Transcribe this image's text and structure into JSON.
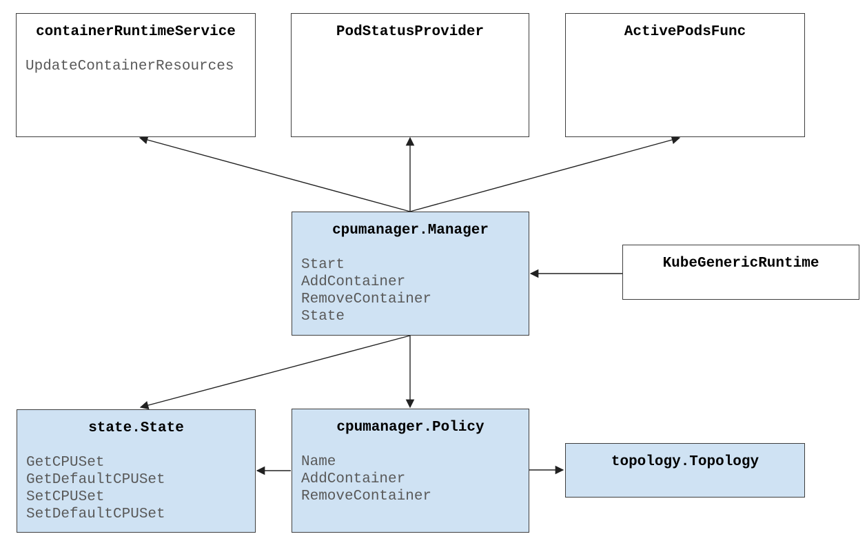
{
  "background": "#ffffff",
  "colors": {
    "box_fill_blue": "#cfe2f3",
    "box_fill_white": "#ffffff",
    "border": "#3d3d3d",
    "title_text": "#000000",
    "method_text": "#595959",
    "arrow": "#212121"
  },
  "nodes": {
    "container_runtime_service": {
      "title": "containerRuntimeService",
      "methods": [
        "UpdateContainerResources"
      ]
    },
    "pod_status_provider": {
      "title": "PodStatusProvider",
      "methods": []
    },
    "active_pods_func": {
      "title": "ActivePodsFunc",
      "methods": []
    },
    "cpumanager_manager": {
      "title": "cpumanager.Manager",
      "methods": [
        "Start",
        "AddContainer",
        "RemoveContainer",
        "State"
      ]
    },
    "kube_generic_runtime": {
      "title": "KubeGenericRuntime",
      "methods": []
    },
    "state_state": {
      "title": "state.State",
      "methods": [
        "GetCPUSet",
        "GetDefaultCPUSet",
        "SetCPUSet",
        "SetDefaultCPUSet"
      ]
    },
    "cpumanager_policy": {
      "title": "cpumanager.Policy",
      "methods": [
        "Name",
        "AddContainer",
        "RemoveContainer"
      ]
    },
    "topology_topology": {
      "title": "topology.Topology",
      "methods": []
    }
  },
  "edges": [
    {
      "from": "cpumanager.Manager",
      "to": "containerRuntimeService"
    },
    {
      "from": "cpumanager.Manager",
      "to": "PodStatusProvider"
    },
    {
      "from": "cpumanager.Manager",
      "to": "ActivePodsFunc"
    },
    {
      "from": "KubeGenericRuntime",
      "to": "cpumanager.Manager"
    },
    {
      "from": "cpumanager.Manager",
      "to": "state.State"
    },
    {
      "from": "cpumanager.Manager",
      "to": "cpumanager.Policy"
    },
    {
      "from": "cpumanager.Policy",
      "to": "state.State"
    },
    {
      "from": "cpumanager.Policy",
      "to": "topology.Topology"
    }
  ]
}
